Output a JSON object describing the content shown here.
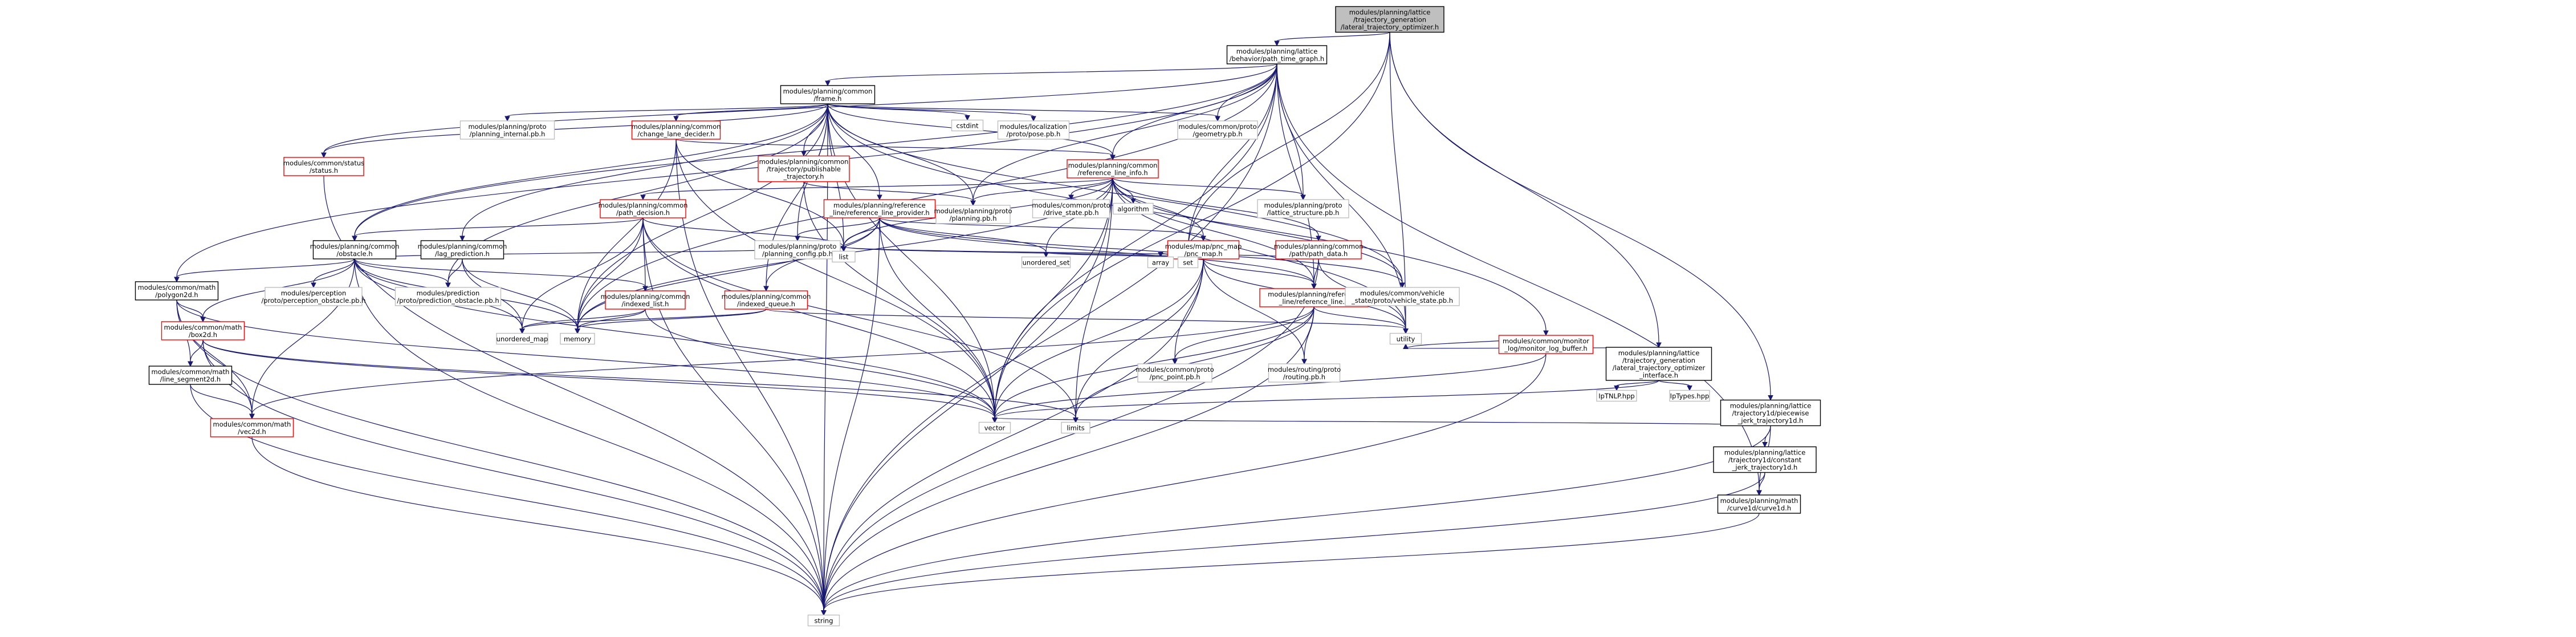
{
  "nodes": [
    {
      "id": "root",
      "lines": [
        "modules/planning/lattice",
        "/trajectory_generation",
        "/lateral_trajectory_optimizer.h"
      ],
      "style": "gray"
    },
    {
      "id": "ptg",
      "lines": [
        "modules/planning/lattice",
        "/behavior/path_time_graph.h"
      ],
      "style": "black"
    },
    {
      "id": "frame",
      "lines": [
        "modules/planning/common",
        "/frame.h"
      ],
      "style": "black"
    },
    {
      "id": "lat_if",
      "lines": [
        "modules/planning/lattice",
        "/trajectory_generation",
        "/lateral_trajectory_optimizer",
        "_interface.h"
      ],
      "style": "black"
    },
    {
      "id": "pwj",
      "lines": [
        "modules/planning/lattice",
        "/trajectory1d/piecewise",
        "_jerk_trajectory1d.h"
      ],
      "style": "black"
    },
    {
      "id": "cjt",
      "lines": [
        "modules/planning/lattice",
        "/trajectory1d/constant",
        "_jerk_trajectory1d.h"
      ],
      "style": "black"
    },
    {
      "id": "curve1d",
      "lines": [
        "modules/planning/math",
        "/curve1d/curve1d.h"
      ],
      "style": "black"
    },
    {
      "id": "status",
      "lines": [
        "modules/common/status",
        "/status.h"
      ],
      "style": "red"
    },
    {
      "id": "planning_internal",
      "lines": [
        "modules/planning/proto",
        "/planning_internal.pb.h"
      ],
      "style": "gray-border"
    },
    {
      "id": "change_lane",
      "lines": [
        "modules/planning/common",
        "/change_lane_decider.h"
      ],
      "style": "red"
    },
    {
      "id": "cstdint",
      "lines": [
        "cstdint"
      ],
      "style": "gray-border"
    },
    {
      "id": "pose",
      "lines": [
        "modules/localization",
        "/proto/pose.pb.h"
      ],
      "style": "gray-border"
    },
    {
      "id": "geometry",
      "lines": [
        "modules/common/proto",
        "/geometry.pb.h"
      ],
      "style": "gray-border"
    },
    {
      "id": "publishable",
      "lines": [
        "modules/planning/common",
        "/trajectory/publishable",
        "_trajectory.h"
      ],
      "style": "red"
    },
    {
      "id": "ref_line_info",
      "lines": [
        "modules/planning/common",
        "/reference_line_info.h"
      ],
      "style": "red"
    },
    {
      "id": "monitor_log",
      "lines": [
        "modules/common/monitor",
        "_log/monitor_log_buffer.h"
      ],
      "style": "red"
    },
    {
      "id": "path_decision",
      "lines": [
        "modules/planning/common",
        "/path_decision.h"
      ],
      "style": "red"
    },
    {
      "id": "ref_line_provider",
      "lines": [
        "modules/planning/reference",
        "_line/reference_line_provider.h"
      ],
      "style": "red"
    },
    {
      "id": "planning_pb",
      "lines": [
        "modules/planning/proto",
        "/planning.pb.h"
      ],
      "style": "gray-border"
    },
    {
      "id": "drive_state",
      "lines": [
        "modules/common/proto",
        "/drive_state.pb.h"
      ],
      "style": "gray-border"
    },
    {
      "id": "algorithm",
      "lines": [
        "algorithm"
      ],
      "style": "gray-border"
    },
    {
      "id": "lattice_structure",
      "lines": [
        "modules/planning/proto",
        "/lattice_structure.pb.h"
      ],
      "style": "gray-border"
    },
    {
      "id": "obstacle",
      "lines": [
        "modules/planning/common",
        "/obstacle.h"
      ],
      "style": "black"
    },
    {
      "id": "lag_prediction",
      "lines": [
        "modules/planning/common",
        "/lag_prediction.h"
      ],
      "style": "black"
    },
    {
      "id": "planning_config",
      "lines": [
        "modules/planning/proto",
        "/planning_config.pb.h"
      ],
      "style": "gray-border"
    },
    {
      "id": "pnc_map",
      "lines": [
        "modules/map/pnc_map",
        "/pnc_map.h"
      ],
      "style": "red"
    },
    {
      "id": "path_data",
      "lines": [
        "modules/planning/common",
        "/path/path_data.h"
      ],
      "style": "red"
    },
    {
      "id": "polygon2d",
      "lines": [
        "modules/common/math",
        "/polygon2d.h"
      ],
      "style": "black"
    },
    {
      "id": "perception_obstacle",
      "lines": [
        "modules/perception",
        "/proto/perception_obstacle.pb.h"
      ],
      "style": "gray-border"
    },
    {
      "id": "prediction_obstacle",
      "lines": [
        "modules/prediction",
        "/proto/prediction_obstacle.pb.h"
      ],
      "style": "gray-border"
    },
    {
      "id": "indexed_list",
      "lines": [
        "modules/planning/common",
        "/indexed_list.h"
      ],
      "style": "red"
    },
    {
      "id": "indexed_queue",
      "lines": [
        "modules/planning/common",
        "/indexed_queue.h"
      ],
      "style": "red"
    },
    {
      "id": "list",
      "lines": [
        "list"
      ],
      "style": "gray-border"
    },
    {
      "id": "unordered_set",
      "lines": [
        "unordered_set"
      ],
      "style": "gray-border"
    },
    {
      "id": "array",
      "lines": [
        "array"
      ],
      "style": "gray-border"
    },
    {
      "id": "set",
      "lines": [
        "set"
      ],
      "style": "gray-border"
    },
    {
      "id": "ref_line",
      "lines": [
        "modules/planning/reference",
        "_line/reference_line.h"
      ],
      "style": "red"
    },
    {
      "id": "vehicle_state",
      "lines": [
        "modules/common/vehicle",
        "_state/proto/vehicle_state.pb.h"
      ],
      "style": "gray-border"
    },
    {
      "id": "box2d",
      "lines": [
        "modules/common/math",
        "/box2d.h"
      ],
      "style": "red"
    },
    {
      "id": "unordered_map",
      "lines": [
        "unordered_map"
      ],
      "style": "gray-border"
    },
    {
      "id": "memory",
      "lines": [
        "memory"
      ],
      "style": "gray-border"
    },
    {
      "id": "utility",
      "lines": [
        "utility"
      ],
      "style": "gray-border"
    },
    {
      "id": "pnc_point",
      "lines": [
        "modules/common/proto",
        "/pnc_point.pb.h"
      ],
      "style": "gray-border"
    },
    {
      "id": "routing",
      "lines": [
        "modules/routing/proto",
        "/routing.pb.h"
      ],
      "style": "gray-border"
    },
    {
      "id": "ipopt_tnlp",
      "lines": [
        "IpTNLP.hpp"
      ],
      "style": "gray-border"
    },
    {
      "id": "ipopt_types",
      "lines": [
        "IpTypes.hpp"
      ],
      "style": "gray-border"
    },
    {
      "id": "line_segment",
      "lines": [
        "modules/common/math",
        "/line_segment2d.h"
      ],
      "style": "black"
    },
    {
      "id": "vector",
      "lines": [
        "vector"
      ],
      "style": "gray-border"
    },
    {
      "id": "limits",
      "lines": [
        "limits"
      ],
      "style": "gray-border"
    },
    {
      "id": "vec2d",
      "lines": [
        "modules/common/math",
        "/vec2d.h"
      ],
      "style": "red"
    },
    {
      "id": "string",
      "lines": [
        "string"
      ],
      "style": "gray-border"
    }
  ],
  "edges": [
    [
      "root",
      "ptg"
    ],
    [
      "root",
      "lat_if"
    ],
    [
      "root",
      "pwj"
    ],
    [
      "root",
      "utility"
    ],
    [
      "root",
      "vector"
    ],
    [
      "root",
      "set"
    ],
    [
      "ptg",
      "frame"
    ],
    [
      "ptg",
      "ref_line_info"
    ],
    [
      "ptg",
      "geometry"
    ],
    [
      "ptg",
      "lattice_structure"
    ],
    [
      "ptg",
      "obstacle"
    ],
    [
      "ptg",
      "polygon2d"
    ],
    [
      "ptg",
      "memory"
    ],
    [
      "ptg",
      "utility"
    ],
    [
      "ptg",
      "vector"
    ],
    [
      "ptg",
      "string"
    ],
    [
      "ptg",
      "curve1d"
    ],
    [
      "ptg",
      "status"
    ],
    [
      "ptg",
      "set"
    ],
    [
      "ptg",
      "ref_line"
    ],
    [
      "ptg",
      "planning_pb"
    ],
    [
      "frame",
      "status"
    ],
    [
      "frame",
      "planning_internal"
    ],
    [
      "frame",
      "change_lane"
    ],
    [
      "frame",
      "cstdint"
    ],
    [
      "frame",
      "pose"
    ],
    [
      "frame",
      "geometry"
    ],
    [
      "frame",
      "publishable"
    ],
    [
      "frame",
      "ref_line_info"
    ],
    [
      "frame",
      "monitor_log"
    ],
    [
      "frame",
      "ref_line_provider"
    ],
    [
      "frame",
      "planning_pb"
    ],
    [
      "frame",
      "obstacle"
    ],
    [
      "frame",
      "lag_prediction"
    ],
    [
      "frame",
      "planning_config"
    ],
    [
      "frame",
      "indexed_queue"
    ],
    [
      "frame",
      "list"
    ],
    [
      "frame",
      "memory"
    ],
    [
      "frame",
      "vector"
    ],
    [
      "frame",
      "string"
    ],
    [
      "frame",
      "vehicle_state"
    ],
    [
      "frame",
      "prediction_obstacle"
    ],
    [
      "status",
      "string"
    ],
    [
      "change_lane",
      "ref_line_info"
    ],
    [
      "change_lane",
      "list"
    ],
    [
      "change_lane",
      "memory"
    ],
    [
      "change_lane",
      "string"
    ],
    [
      "change_lane",
      "vector"
    ],
    [
      "publishable",
      "planning_pb"
    ],
    [
      "publishable",
      "vector"
    ],
    [
      "ref_line_info",
      "path_decision"
    ],
    [
      "ref_line_info",
      "planning_pb"
    ],
    [
      "ref_line_info",
      "drive_state"
    ],
    [
      "ref_line_info",
      "algorithm"
    ],
    [
      "ref_line_info",
      "lattice_structure"
    ],
    [
      "ref_line_info",
      "path_data"
    ],
    [
      "ref_line_info",
      "ref_line"
    ],
    [
      "ref_line_info",
      "unordered_set"
    ],
    [
      "ref_line_info",
      "list"
    ],
    [
      "ref_line_info",
      "memory"
    ],
    [
      "ref_line_info",
      "vector"
    ],
    [
      "ref_line_info",
      "string"
    ],
    [
      "ref_line_info",
      "utility"
    ],
    [
      "ref_line_info",
      "limits"
    ],
    [
      "ref_line_info",
      "vehicle_state"
    ],
    [
      "ref_line_info",
      "pnc_map"
    ],
    [
      "monitor_log",
      "utility"
    ],
    [
      "monitor_log",
      "string"
    ],
    [
      "monitor_log",
      "vector"
    ],
    [
      "path_decision",
      "obstacle"
    ],
    [
      "path_decision",
      "indexed_list"
    ],
    [
      "path_decision",
      "list"
    ],
    [
      "path_decision",
      "limits"
    ],
    [
      "path_decision",
      "memory"
    ],
    [
      "path_decision",
      "string"
    ],
    [
      "path_decision",
      "unordered_map"
    ],
    [
      "path_decision",
      "vector"
    ],
    [
      "ref_line_provider",
      "pnc_map"
    ],
    [
      "ref_line_provider",
      "ref_line"
    ],
    [
      "ref_line_provider",
      "planning_config"
    ],
    [
      "ref_line_provider",
      "vehicle_state"
    ],
    [
      "ref_line_provider",
      "indexed_queue"
    ],
    [
      "ref_line_provider",
      "list"
    ],
    [
      "ref_line_provider",
      "memory"
    ],
    [
      "ref_line_provider",
      "unordered_set"
    ],
    [
      "ref_line_provider",
      "vector"
    ],
    [
      "ref_line_provider",
      "string"
    ],
    [
      "obstacle",
      "polygon2d"
    ],
    [
      "obstacle",
      "box2d"
    ],
    [
      "obstacle",
      "perception_obstacle"
    ],
    [
      "obstacle",
      "prediction_obstacle"
    ],
    [
      "obstacle",
      "indexed_list"
    ],
    [
      "obstacle",
      "list"
    ],
    [
      "obstacle",
      "memory"
    ],
    [
      "obstacle",
      "string"
    ],
    [
      "obstacle",
      "unordered_map"
    ],
    [
      "obstacle",
      "vector"
    ],
    [
      "obstacle",
      "vec2d"
    ],
    [
      "lag_prediction",
      "prediction_obstacle"
    ],
    [
      "lag_prediction",
      "unordered_map"
    ],
    [
      "lag_prediction",
      "memory"
    ],
    [
      "pnc_map",
      "routing"
    ],
    [
      "pnc_map",
      "pnc_point"
    ],
    [
      "pnc_map",
      "unordered_set"
    ],
    [
      "pnc_map",
      "array"
    ],
    [
      "pnc_map",
      "list"
    ],
    [
      "pnc_map",
      "set"
    ],
    [
      "pnc_map",
      "vector"
    ],
    [
      "pnc_map",
      "string"
    ],
    [
      "pnc_map",
      "limits"
    ],
    [
      "pnc_map",
      "utility"
    ],
    [
      "pnc_map",
      "ref_line"
    ],
    [
      "path_data",
      "ref_line"
    ],
    [
      "path_data",
      "utility"
    ],
    [
      "path_data",
      "list"
    ],
    [
      "path_data",
      "string"
    ],
    [
      "polygon2d",
      "box2d"
    ],
    [
      "polygon2d",
      "line_segment"
    ],
    [
      "polygon2d",
      "vec2d"
    ],
    [
      "polygon2d",
      "string"
    ],
    [
      "polygon2d",
      "vector"
    ],
    [
      "indexed_list",
      "unordered_map"
    ],
    [
      "indexed_list",
      "memory"
    ],
    [
      "indexed_list",
      "vector"
    ],
    [
      "indexed_queue",
      "unordered_map"
    ],
    [
      "indexed_queue",
      "memory"
    ],
    [
      "indexed_queue",
      "utility"
    ],
    [
      "ref_line",
      "routing"
    ],
    [
      "ref_line",
      "pnc_point"
    ],
    [
      "ref_line",
      "utility"
    ],
    [
      "ref_line",
      "vector"
    ],
    [
      "ref_line",
      "string"
    ],
    [
      "ref_line",
      "vec2d"
    ],
    [
      "ref_line",
      "limits"
    ],
    [
      "box2d",
      "line_segment"
    ],
    [
      "box2d",
      "vec2d"
    ],
    [
      "box2d",
      "limits"
    ],
    [
      "box2d",
      "string"
    ],
    [
      "box2d",
      "vector"
    ],
    [
      "line_segment",
      "vec2d"
    ],
    [
      "line_segment",
      "string"
    ],
    [
      "vec2d",
      "string"
    ],
    [
      "lat_if",
      "ipopt_tnlp"
    ],
    [
      "lat_if",
      "ipopt_types"
    ],
    [
      "lat_if",
      "vector"
    ],
    [
      "lat_if",
      "utility"
    ],
    [
      "pwj",
      "cjt"
    ],
    [
      "pwj",
      "curve1d"
    ],
    [
      "pwj",
      "vector"
    ],
    [
      "pwj",
      "string"
    ],
    [
      "cjt",
      "curve1d"
    ],
    [
      "cjt",
      "string"
    ],
    [
      "curve1d",
      "string"
    ]
  ]
}
